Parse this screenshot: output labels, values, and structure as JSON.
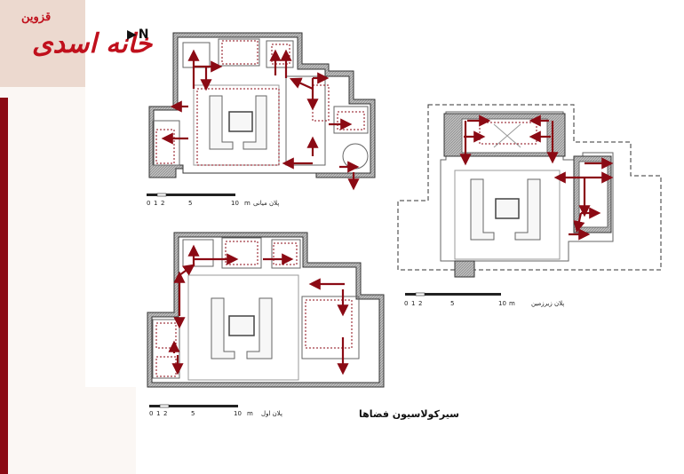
{
  "title": {
    "main": "خانه اسدی",
    "sub": "قزوین"
  },
  "north": {
    "arrow": "arrow-right-icon",
    "label": "N"
  },
  "caption": "سیرکولاسیون فضاها",
  "plans": [
    {
      "name": "plan-middle",
      "label": "پلان میانی",
      "scale": [
        "0",
        "1",
        "2",
        "5",
        "10",
        "m"
      ]
    },
    {
      "name": "plan-ground",
      "label": "پلان اول",
      "scale": [
        "0",
        "1",
        "2",
        "5",
        "10",
        "m"
      ]
    },
    {
      "name": "plan-basement",
      "label": "پلان زیرزمین",
      "scale": [
        "0",
        "1",
        "2",
        "5",
        "10",
        "m"
      ]
    }
  ],
  "colors": {
    "accent": "#8b0a14",
    "title": "#c0101c",
    "panel": "#ecd9cf"
  }
}
